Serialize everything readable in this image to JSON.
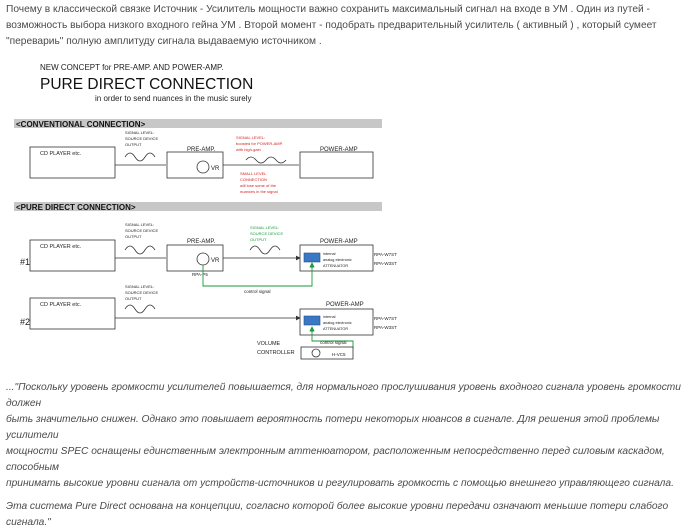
{
  "intro": {
    "line1": "Почему в классической связке Источник - Усилитель мощности важно сохранить  максимальный сигнал на входе в УМ . Один из путей -",
    "line2": "возможность выбора низкого входного гейна УМ . Второй момент - подобрать предварительный усилитель ( активный ) , который сумеет",
    "line3": "\"перевариь\" полную амплитуду сигнала выдаваемую источником ."
  },
  "figure": {
    "header_small": "NEW CONCEPT for PRE-AMP. AND POWER-AMP.",
    "header_big": "PURE DIRECT CONNECTION",
    "header_sub": "in order to send nuances in the music surely",
    "conventional": {
      "bar_label": "<CONVENTIONAL CONNECTION>",
      "cd_label": "CD PLAYER  etc.",
      "src_level": [
        "SIGNAL LEVEL:",
        "SOURCE DEVICE",
        "OUTPUT"
      ],
      "preamp_label": "PRE-AMP.",
      "vr_label": "VR",
      "boost_note": [
        "SIGNAL LEVEL:",
        "boosted for POWER-AMP.",
        "with high-gain"
      ],
      "small_note": [
        "SMALL LEVEL",
        "CONNECTION",
        "will lose some of the",
        "nuances in the signal"
      ],
      "poweramp_label": "POWER-AMP"
    },
    "pure": {
      "bar_label": "<PURE DIRECT CONNECTION>",
      "row1": {
        "num": "#1",
        "cd_label": "CD PLAYER  etc.",
        "src_level": [
          "SIGNAL LEVEL:",
          "SOURCE DEVICE",
          "OUTPUT"
        ],
        "preamp_label": "PRE-AMP.",
        "vr_label": "VR",
        "rpa_label": "RPA-P5",
        "green_note": [
          "SIGNAL LEVEL:",
          "SOURCE DEVICE",
          "OUTPUT"
        ],
        "poweramp_label": "POWER-AMP",
        "atten": [
          "internal",
          "analog electronic",
          "ATTENUATOR"
        ],
        "models": [
          "RPA-W7ST",
          "RPA-W3ST"
        ],
        "control": "control signal"
      },
      "row2": {
        "num": "#2",
        "cd_label": "CD PLAYER  etc.",
        "src_level": [
          "SIGNAL LEVEL:",
          "SOURCE DEVICE",
          "OUTPUT"
        ],
        "poweramp_label": "POWER-AMP",
        "atten": [
          "internal",
          "analog electronic",
          "ATTENUATOR"
        ],
        "models": [
          "RPA-W7ST",
          "RPA-W3ST"
        ],
        "control": "control signal",
        "vc_label": [
          "VOLUME",
          "CONTROLLER"
        ],
        "vc_model": "H-VC5"
      }
    }
  },
  "quote": {
    "line1": "...\"Поскольку уровень громкости усилителей повышается, для нормального прослушивания уровень входного сигнала уровень громкости должен",
    "line2": "быть значительно снижен. Однако это повышает вероятность потери некоторых нюансов в сигнале. Для решения этой проблемы усилители",
    "line3": "мощности SPEC оснащены единственным электронным аттенюатором, расположенным непосредственно перед силовым каскадом, способным",
    "line4": "принимать высокие уровни сигнала от устройств-источников и регулировать громкость с помощью внешнего управляющего сигнала.",
    "line5": "Эта система Pure Direct основана на концепции, согласно которой более высокие уровни передачи означают меньшие потери слабого сигнала.\""
  }
}
